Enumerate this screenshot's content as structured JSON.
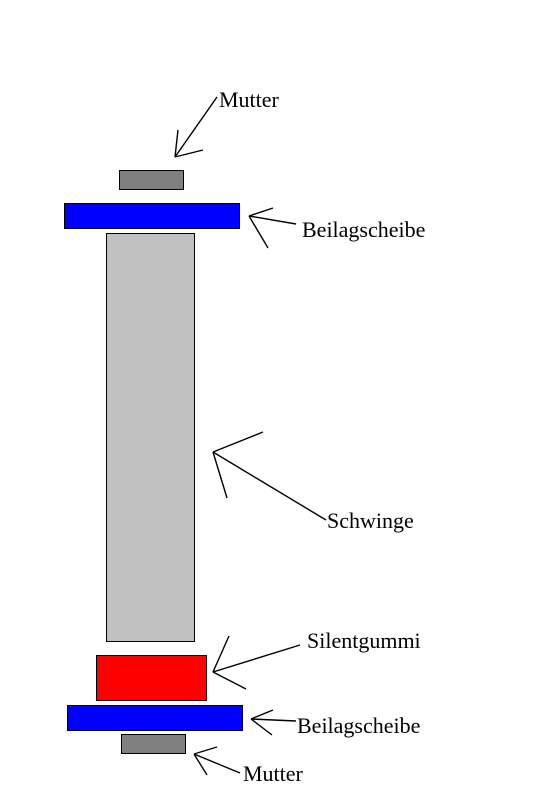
{
  "labels": {
    "nut_top": "Mutter",
    "washer_top": "Beilagscheibe",
    "swingarm": "Schwinge",
    "rubber": "Silentgummi",
    "washer_bottom": "Beilagscheibe",
    "nut_bottom": "Mutter"
  },
  "colors": {
    "nut": "#808080",
    "washer": "#0000ff",
    "swingarm": "#c0c0c0",
    "rubber": "#ff0000"
  }
}
